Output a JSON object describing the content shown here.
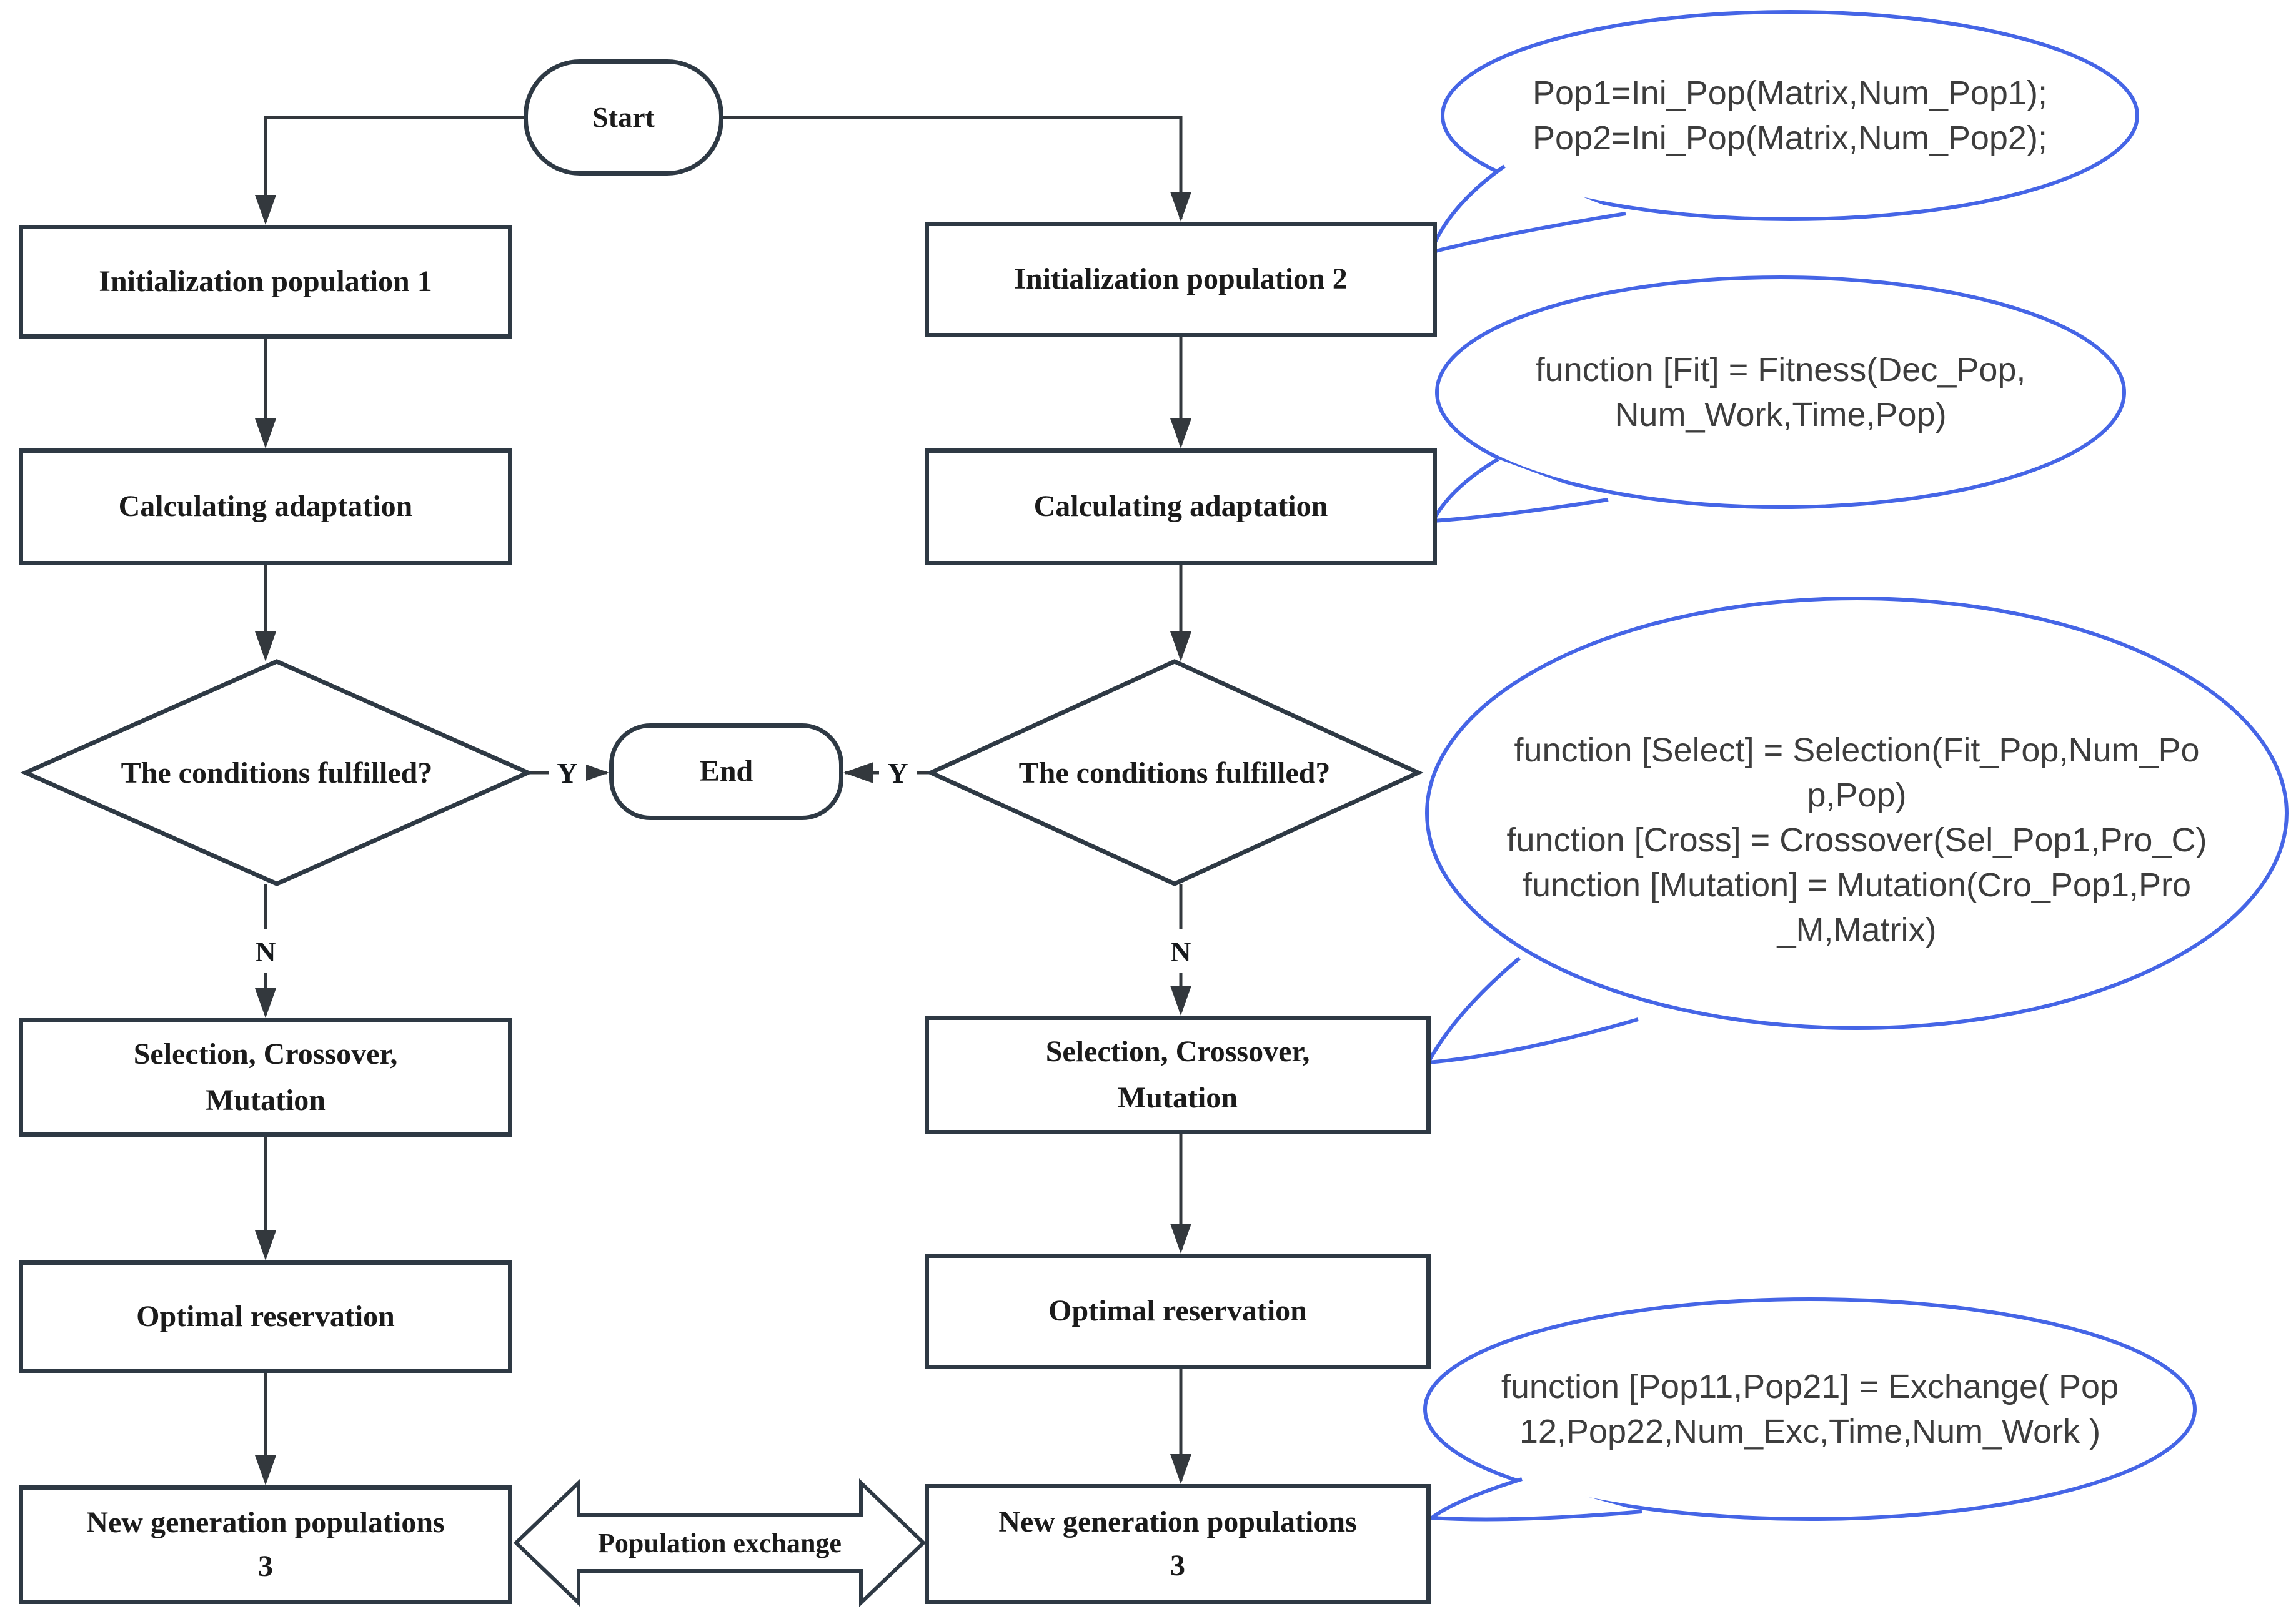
{
  "flowchart": {
    "start_label": "Start",
    "end_label": "End",
    "yes_label": "Y",
    "no_label": "N",
    "population_exchange_label": "Population exchange",
    "branch_left": {
      "initialization": "Initialization population 1",
      "calculating": "Calculating adaptation",
      "decision": "The conditions fulfilled?",
      "selection_lines": [
        "Selection, Crossover,",
        "Mutation"
      ],
      "optimal": "Optimal reservation",
      "new_generation_lines": [
        "New generation populations",
        "3"
      ]
    },
    "branch_right": {
      "initialization": "Initialization population 2",
      "calculating": "Calculating adaptation",
      "decision": "The conditions fulfilled?",
      "selection_lines": [
        "Selection, Crossover,",
        "Mutation"
      ],
      "optimal": "Optimal reservation",
      "new_generation_lines": [
        "New generation populations",
        "3"
      ]
    }
  },
  "callouts": [
    {
      "name": "init-pop-code",
      "lines": [
        "Pop1=Ini_Pop(Matrix,Num_Pop1);",
        "Pop2=Ini_Pop(Matrix,Num_Pop2);"
      ]
    },
    {
      "name": "fitness-code",
      "lines": [
        "function [Fit] = Fitness(Dec_Pop,",
        "Num_Work,Time,Pop)"
      ]
    },
    {
      "name": "selection-crossover-mutation-code",
      "lines": [
        "function [Select] = Selection(Fit_Pop,Num_Po",
        "p,Pop)",
        "function [Cross] = Crossover(Sel_Pop1,Pro_C)",
        "function [Mutation] = Mutation(Cro_Pop1,Pro",
        "_M,Matrix)"
      ]
    },
    {
      "name": "exchange-code",
      "lines": [
        "function [Pop11,Pop21] = Exchange( Pop",
        "12,Pop22,Num_Exc,Time,Num_Work )"
      ]
    }
  ],
  "colors": {
    "background": "#ffffff",
    "node_border": "#2e3944",
    "node_text": "#1b1b1b",
    "arrow": "#33383d",
    "callout_stroke": "#4565e6",
    "callout_text": "#3d3d3d"
  }
}
